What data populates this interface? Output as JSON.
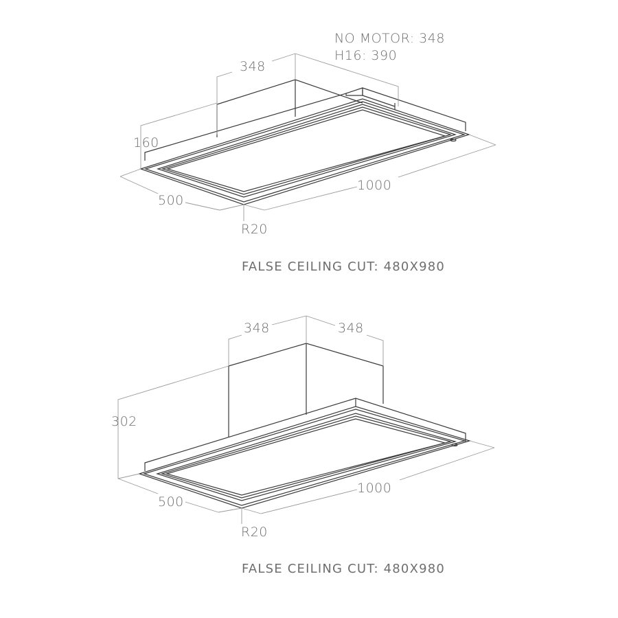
{
  "diagrams": [
    {
      "id": "top",
      "labels": {
        "duct_width": "348",
        "no_motor": "NO MOTOR: 348",
        "h16": "H16: 390",
        "height": "160",
        "depth": "500",
        "width": "1000",
        "radius": "R20"
      },
      "caption": "FALSE CEILING CUT: 480X980"
    },
    {
      "id": "bottom",
      "labels": {
        "duct_width_left": "348",
        "duct_width_right": "348",
        "height": "302",
        "depth": "500",
        "width": "1000",
        "radius": "R20"
      },
      "caption": "FALSE CEILING CUT: 480X980"
    }
  ],
  "colors": {
    "line": "#3a3a3a",
    "dimension_line": "#9a9a9a",
    "text": "#6e6e6e",
    "background": "#ffffff"
  }
}
